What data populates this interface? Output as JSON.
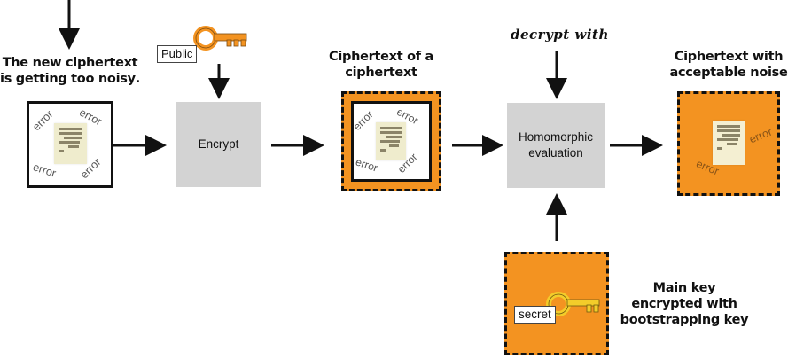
{
  "diagram": {
    "title": "Bootstrapping flow",
    "noisy_caption": {
      "line1": "The new ciphertext",
      "line2_prefix": "is getting too ",
      "line2_bold": "noisy",
      "line2_suffix": "."
    },
    "public_key_tag": "Public",
    "encrypt_label": "Encrypt",
    "cipher_of_cipher_caption": {
      "line1": "Ciphertext of a",
      "line2": "ciphertext"
    },
    "decrypt_with_label": "decrypt with",
    "homomorphic_label": {
      "line1": "Homomorphic",
      "line2": "evaluation"
    },
    "acceptable_caption": {
      "line1": "Ciphertext with",
      "line2": "acceptable noise"
    },
    "secret_key_tag": "secret",
    "main_key_caption": {
      "line1": "Main key",
      "line2": "encrypted with",
      "line3": "bootstrapping key"
    },
    "error_label": "error"
  },
  "colors": {
    "orange": "#f39321",
    "process_gray": "#d3d3d3",
    "document": "#efeccd",
    "secret_key_yellow": "#f3cc2a",
    "public_key_orange": "#f39321"
  }
}
